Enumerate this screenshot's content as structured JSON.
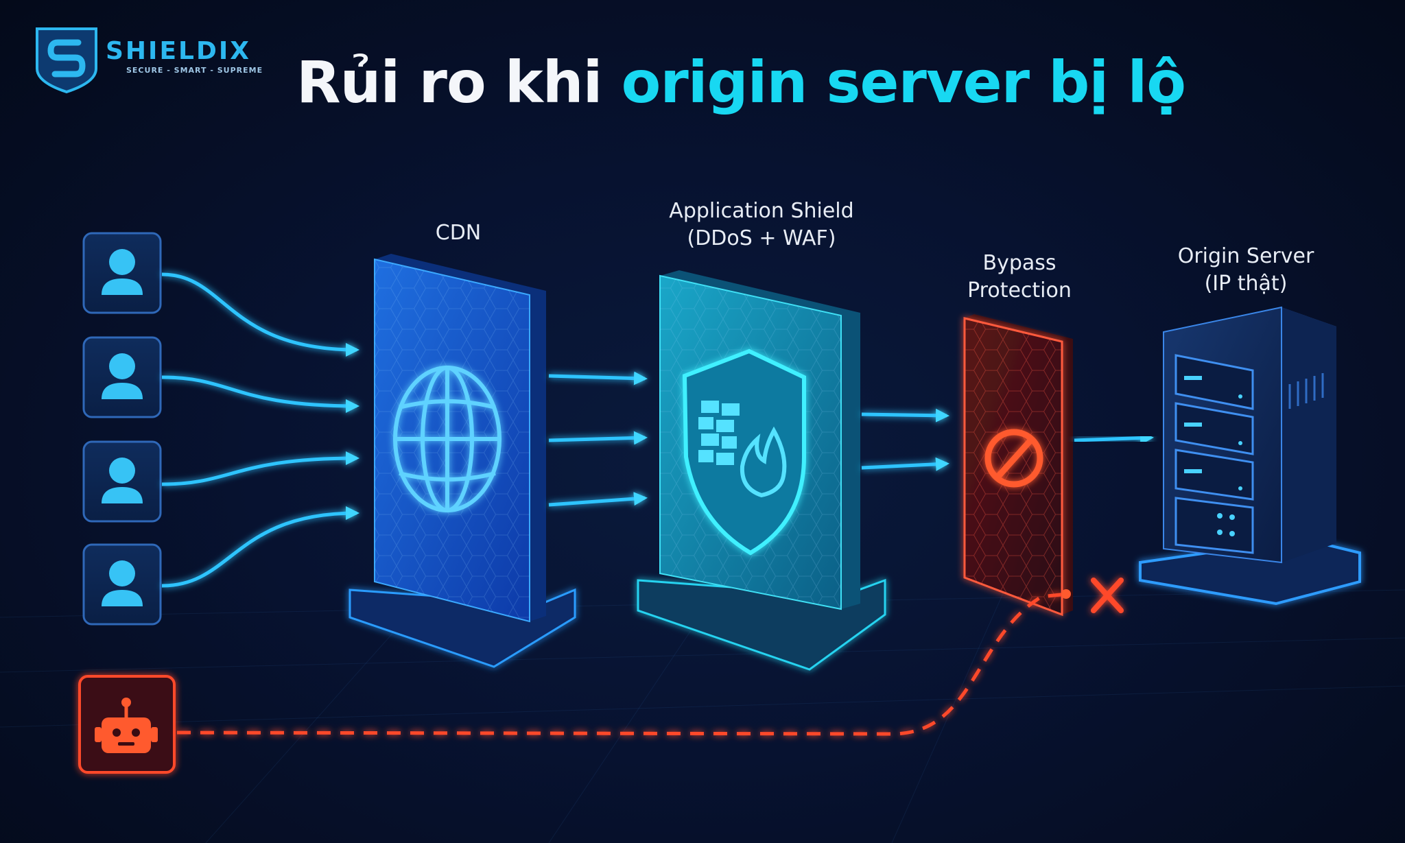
{
  "brand": {
    "name": "SHIELDIX",
    "tagline": "SECURE - SMART - SUPREME"
  },
  "title": {
    "plain": "Rủi ro khi ",
    "accent": "origin server bị lộ"
  },
  "nodes": {
    "cdn": {
      "label": "CDN"
    },
    "shield": {
      "line1": "Application Shield",
      "line2": "(DDoS + WAF)"
    },
    "bypass": {
      "line1": "Bypass",
      "line2": "Protection"
    },
    "origin": {
      "line1": "Origin Server",
      "line2": "(IP thật)"
    }
  },
  "colors": {
    "background": "#050b1c",
    "accent_cyan": "#18d8f2",
    "flow_blue": "#2fc4ff",
    "attack_red": "#ff4a2a",
    "title_white": "#f4f6fa"
  },
  "icons": {
    "users": "user-icon",
    "attacker": "robot-icon",
    "cdn": "globe-icon",
    "shield": "shield-firewall-fire-icon",
    "bypass": "prohibited-icon",
    "origin": "server-rack-icon",
    "blocked": "x-mark-icon"
  }
}
